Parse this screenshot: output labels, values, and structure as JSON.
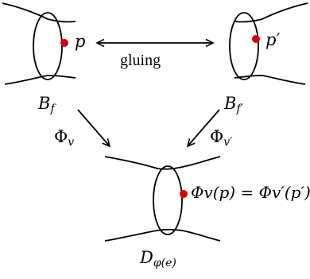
{
  "nodes": {
    "bf": {
      "point_label": "p",
      "name_base": "B",
      "name_sub": "f"
    },
    "bfp": {
      "point_label": "p′",
      "name_base": "B",
      "name_sub": "f′"
    },
    "d": {
      "point_label": "Φv(p) = Φv′(p′)",
      "name_base": "D",
      "name_sub": "φ(e)"
    }
  },
  "edges": {
    "gluing": {
      "label": "gluing"
    },
    "phi_v": {
      "base": "Φ",
      "sub": "v"
    },
    "phi_vp": {
      "base": "Φ",
      "sub": "v′"
    }
  },
  "colors": {
    "marked_point": "#e00000",
    "ink": "#000000"
  }
}
